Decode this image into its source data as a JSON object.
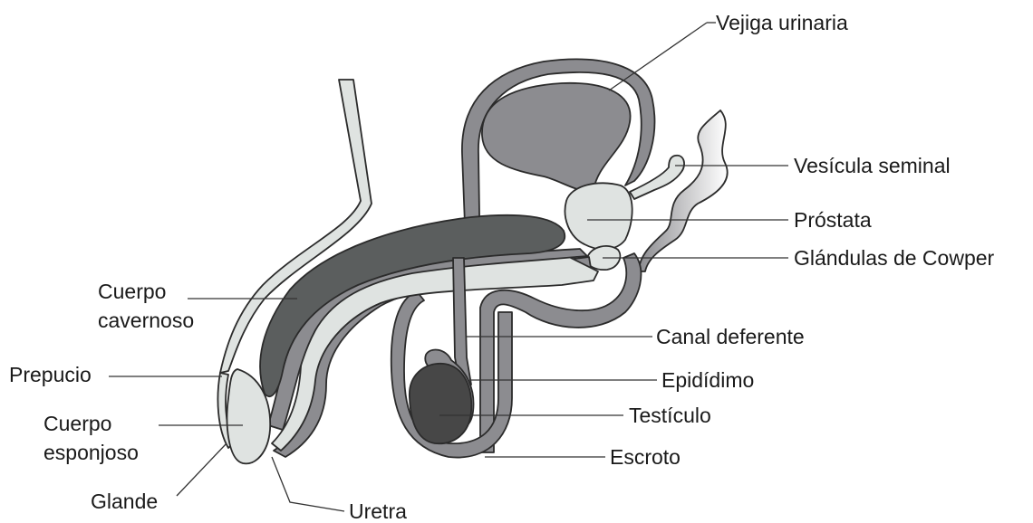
{
  "labels": {
    "bladder": "Vejiga urinaria",
    "seminal_vesicle": "Vesícula seminal",
    "prostate": "Próstata",
    "cowper": "Glándulas de Cowper",
    "corpus_cavernosum_1": "Cuerpo",
    "corpus_cavernosum_2": "cavernoso",
    "vas_deferens": "Canal deferente",
    "foreskin": "Prepucio",
    "epididymis": "Epidídimo",
    "corpus_spongiosum_1": "Cuerpo",
    "corpus_spongiosum_2": "esponjoso",
    "testicle": "Testículo",
    "scrotum": "Escroto",
    "glans": "Glande",
    "urethra": "Uretra"
  },
  "colors": {
    "light": "#dfe3e1",
    "medium": "#8c8c90",
    "dark": "#5b5e5e",
    "darker": "#474747",
    "outline": "#2b2b2b"
  }
}
